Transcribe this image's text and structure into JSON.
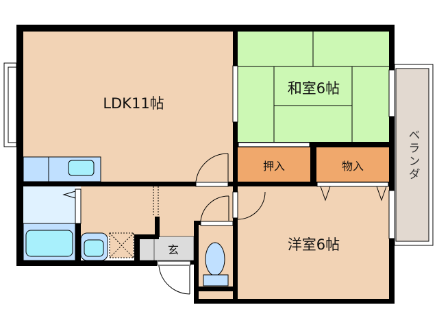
{
  "rooms": {
    "ldk": "LDK11帖",
    "washitsu": "和室6帖",
    "youshitsu": "洋室6帖",
    "oshiire": "押入",
    "monoire": "物入",
    "genkan": "玄",
    "veranda": "ベランダ"
  },
  "colors": {
    "wall": "#000000",
    "floor": "#f2d3b5",
    "tatami": "#ccf8b4",
    "closet": "#f0a86c",
    "wet_area": "#c0e0ff",
    "fixture": "#a8f0fc",
    "genkan": "#dcdcdc",
    "veranda": "#e2d9d0"
  }
}
